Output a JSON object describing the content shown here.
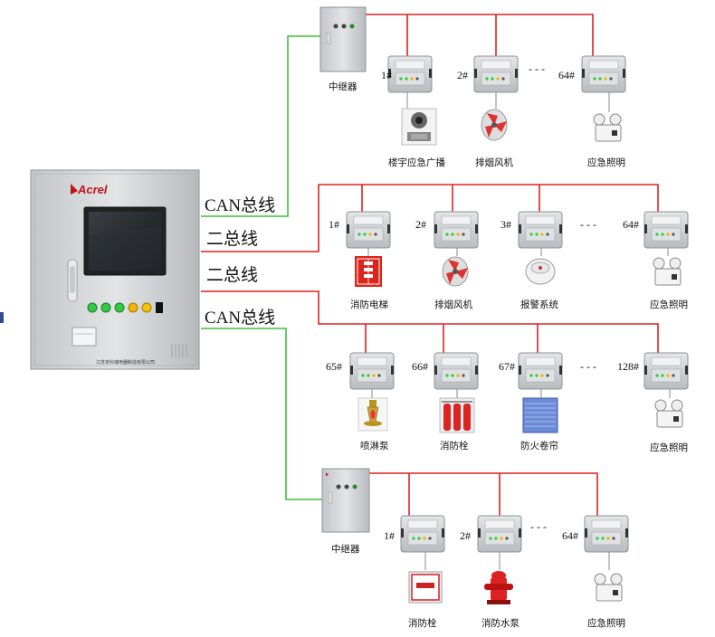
{
  "cabinet": {
    "brand": "Acrel",
    "maker": "江苏安科瑞电器制造有限公司"
  },
  "bus_labels": {
    "can_top": "CAN总线",
    "two_wire_1": "二总线",
    "two_wire_2": "二总线",
    "can_bottom": "CAN总线"
  },
  "repeaters": {
    "top": "中继器",
    "bottom": "中继器"
  },
  "dots": "- - -",
  "rows": [
    {
      "modules": [
        {
          "num": "1#",
          "label": "楼宇应急广播",
          "icon": "broadcast-speaker-icon"
        },
        {
          "num": "2#",
          "label": "排烟风机",
          "icon": "smoke-fan-icon"
        },
        {
          "num": "64#",
          "label": "应急照明",
          "icon": "emergency-light-icon"
        }
      ]
    },
    {
      "modules": [
        {
          "num": "1#",
          "label": "消防电梯",
          "icon": "fire-elevator-icon"
        },
        {
          "num": "2#",
          "label": "排烟风机",
          "icon": "smoke-fan-icon"
        },
        {
          "num": "3#",
          "label": "报警系统",
          "icon": "smoke-detector-icon"
        },
        {
          "num": "64#",
          "label": "应急照明",
          "icon": "emergency-light-icon"
        }
      ]
    },
    {
      "modules": [
        {
          "num": "65#",
          "label": "喷淋泵",
          "icon": "sprinkler-icon"
        },
        {
          "num": "66#",
          "label": "消防栓",
          "icon": "fire-extinguishers-icon"
        },
        {
          "num": "67#",
          "label": "防火卷帘",
          "icon": "fire-shutter-icon"
        },
        {
          "num": "128#",
          "label": "应急照明",
          "icon": "emergency-light-icon"
        }
      ]
    },
    {
      "modules": [
        {
          "num": "1#",
          "label": "消防栓",
          "icon": "hydrant-box-icon"
        },
        {
          "num": "2#",
          "label": "消防水泵",
          "icon": "fire-hydrant-icon"
        },
        {
          "num": "64#",
          "label": "应急照明",
          "icon": "emergency-light-icon"
        }
      ]
    }
  ],
  "colors": {
    "can_bus": "#3dbf3d",
    "two_wire_bus": "#e02020",
    "cabinet": "#d5d7d9",
    "module": "#c9ccce"
  }
}
